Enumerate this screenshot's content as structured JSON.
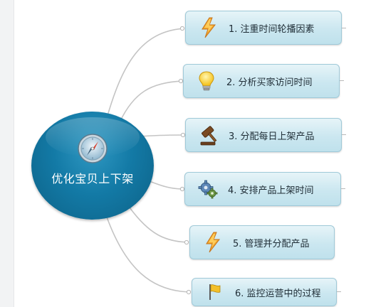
{
  "central_topic": {
    "title": "优化宝贝上下架",
    "icon": "compass-icon",
    "color": "#137aa6"
  },
  "subtopics": [
    {
      "label": "1. 注重时间轮播因素",
      "icon": "lightning-bolt-icon"
    },
    {
      "label": "2. 分析买家访问时间",
      "icon": "lightbulb-icon"
    },
    {
      "label": "3. 分配每日上架产品",
      "icon": "gavel-icon"
    },
    {
      "label": "4. 安排产品上架时间",
      "icon": "gears-icon"
    },
    {
      "label": "5. 管理并分配产品",
      "icon": "lightning-bolt-icon"
    },
    {
      "label": "6. 监控运营中的过程",
      "icon": "flag-icon"
    }
  ],
  "colors": {
    "node_fill": "#cbe7f0",
    "node_border": "#9fc9d8",
    "connector": "#c4c4c4"
  }
}
